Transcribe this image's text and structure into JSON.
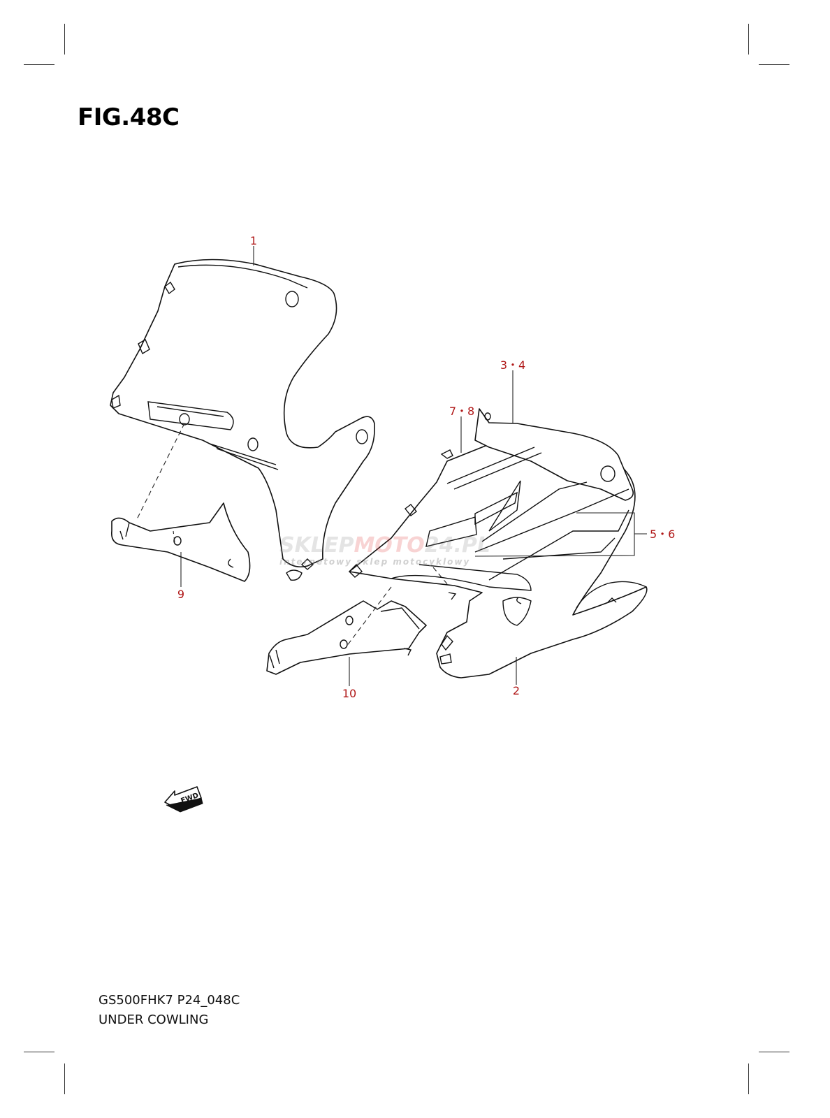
{
  "figure": {
    "title": "FIG.48C",
    "model_code": "GS500FHK7 P24_048C",
    "section_name": "UNDER COWLING"
  },
  "callouts": {
    "part_1": "1",
    "part_2": "2",
    "part_3_4": "3・4",
    "part_5_6": "5・6",
    "part_7_8": "7・8",
    "part_9": "9",
    "part_10": "10"
  },
  "forward_marker": {
    "label": "FWD"
  },
  "watermark": {
    "brand_grey": "SKLEP",
    "brand_red": "MOTO",
    "brand_suffix": "24.PL",
    "tagline": "internetowy sklep motocyklowy"
  },
  "colors": {
    "callout": "#b01818",
    "watermark_red": "#e23a3a",
    "line": "#111111"
  }
}
